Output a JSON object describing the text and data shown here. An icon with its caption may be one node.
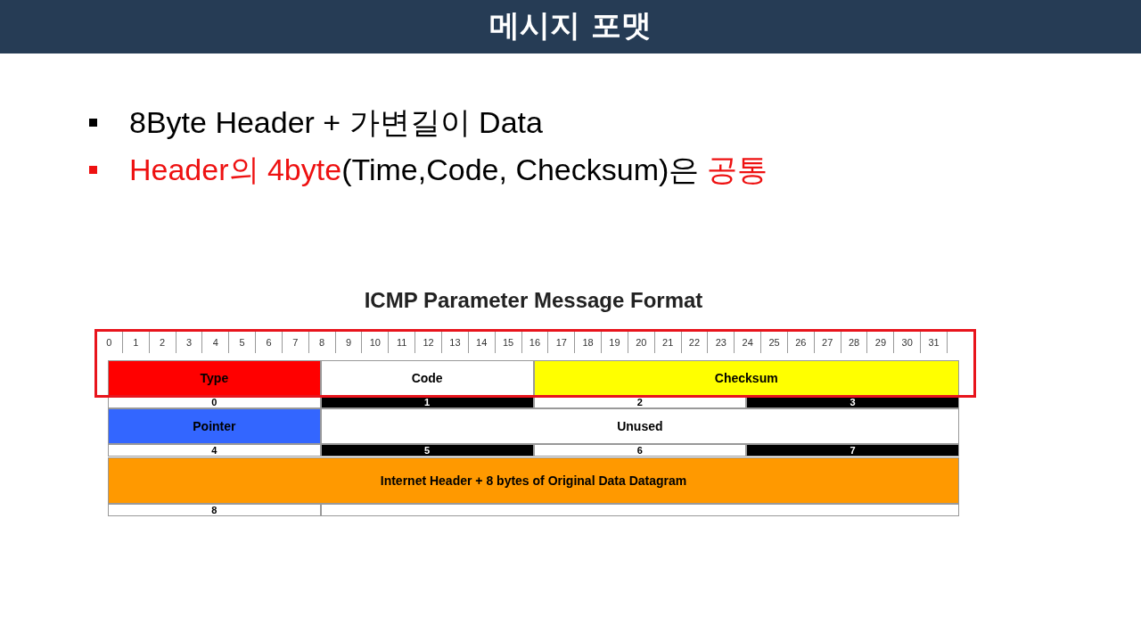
{
  "diagram": {
    "title": "메시지 포맷",
    "nodes": [
      {
        "text": [
          "Type"
        ]
      },
      {
        "text": [
          "Code"
        ]
      },
      {
        "text": [
          "Checksum"
        ]
      },
      {
        "text": [
          "Pointer"
        ]
      },
      {
        "text": [
          "Unused"
        ]
      },
      {
        "text": [
          "Internet Header + 8 bytes of Original Data Datagram"
        ]
      }
    ],
    "edges": [],
    "labels": [
      "8Byte Header + 가변길이 Data",
      "Header의 4byte",
      "(Time,Code, Checksum)은",
      "공통",
      "ICMP Parameter Message Format",
      "0",
      "1",
      "2",
      "3",
      "4",
      "5",
      "6",
      "7",
      "8",
      "9",
      "10",
      "11",
      "12",
      "13",
      "14",
      "15",
      "16",
      "17",
      "18",
      "19",
      "20",
      "21",
      "22",
      "23",
      "24",
      "25",
      "26",
      "27",
      "28",
      "29",
      "30",
      "31",
      "0",
      "1",
      "2",
      "3",
      "4",
      "5",
      "6",
      "7",
      "8"
    ]
  }
}
